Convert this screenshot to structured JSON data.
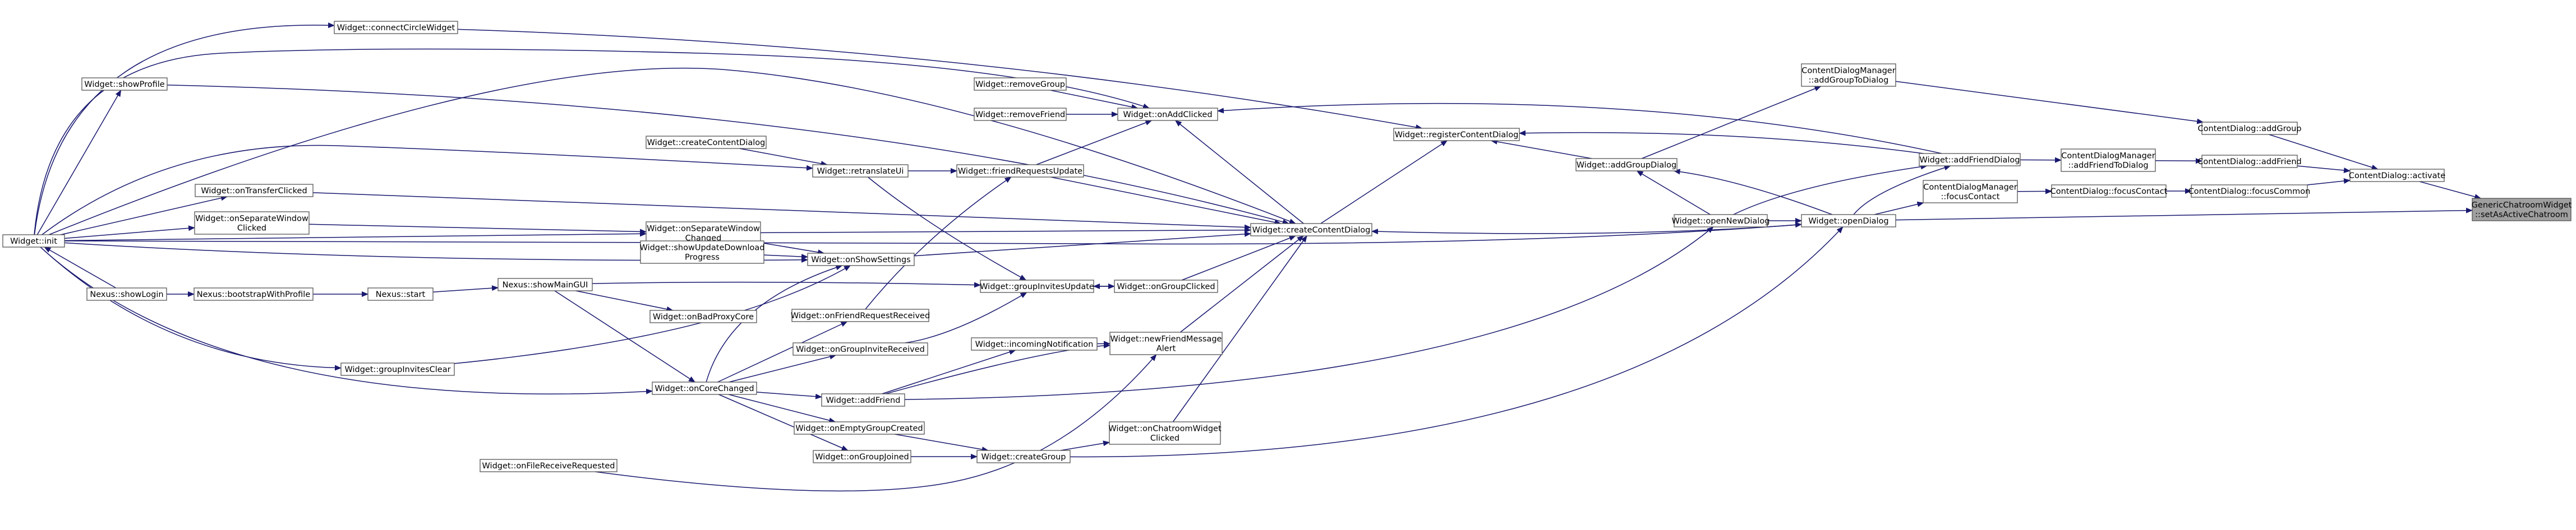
{
  "graph": {
    "nodes": [
      {
        "id": "root",
        "lines": [
          "GenericChatroomWidget",
          "::setAsActiveChatroom"
        ],
        "root": true
      },
      {
        "id": "cd_activate",
        "lines": [
          "ContentDialog::activate"
        ]
      },
      {
        "id": "cd_addGroup",
        "lines": [
          "ContentDialog::addGroup"
        ]
      },
      {
        "id": "cd_addFriend",
        "lines": [
          "ContentDialog::addFriend"
        ]
      },
      {
        "id": "cd_focusCommon",
        "lines": [
          "ContentDialog::focusCommon"
        ]
      },
      {
        "id": "cdm_addGroupToDialog",
        "lines": [
          "ContentDialogManager",
          "::addGroupToDialog"
        ]
      },
      {
        "id": "cdm_addFriendToDialog",
        "lines": [
          "ContentDialogManager",
          "::addFriendToDialog"
        ]
      },
      {
        "id": "cd_focusContact",
        "lines": [
          "ContentDialog::focusContact"
        ]
      },
      {
        "id": "cdm_focusContact",
        "lines": [
          "ContentDialogManager",
          "::focusContact"
        ]
      },
      {
        "id": "w_addFriendDialog",
        "lines": [
          "Widget::addFriendDialog"
        ]
      },
      {
        "id": "w_openDialog",
        "lines": [
          "Widget::openDialog"
        ]
      },
      {
        "id": "w_addGroupDialog",
        "lines": [
          "Widget::addGroupDialog"
        ]
      },
      {
        "id": "w_registerContentDialog",
        "lines": [
          "Widget::registerContentDialog"
        ]
      },
      {
        "id": "w_openNewDialog",
        "lines": [
          "Widget::openNewDialog"
        ]
      },
      {
        "id": "w_createContentDialog",
        "lines": [
          "Widget::createContentDialog"
        ]
      },
      {
        "id": "w_onAddClicked",
        "lines": [
          "Widget::onAddClicked"
        ]
      },
      {
        "id": "w_removeGroup",
        "lines": [
          "Widget::removeGroup"
        ]
      },
      {
        "id": "w_removeFriend",
        "lines": [
          "Widget::removeFriend"
        ]
      },
      {
        "id": "w_friendRequestsUpdate",
        "lines": [
          "Widget::friendRequestsUpdate"
        ]
      },
      {
        "id": "w_groupInvitesUpdate",
        "lines": [
          "Widget::groupInvitesUpdate"
        ]
      },
      {
        "id": "w_onGroupClicked",
        "lines": [
          "Widget::onGroupClicked"
        ]
      },
      {
        "id": "w_newFriendMessageAlert",
        "lines": [
          "Widget::newFriendMessage",
          "Alert"
        ]
      },
      {
        "id": "w_onChatroomWidgetClicked",
        "lines": [
          "Widget::onChatroomWidget",
          "Clicked"
        ]
      },
      {
        "id": "w_createGroup",
        "lines": [
          "Widget::createGroup"
        ]
      },
      {
        "id": "w_addFriend",
        "lines": [
          "Widget::addFriend"
        ]
      },
      {
        "id": "w_incomingNotification",
        "lines": [
          "Widget::incomingNotification"
        ]
      },
      {
        "id": "w_onGroupInviteReceived",
        "lines": [
          "Widget::onGroupInviteReceived"
        ]
      },
      {
        "id": "w_onFriendRequestReceived",
        "lines": [
          "Widget::onFriendRequestReceived"
        ]
      },
      {
        "id": "w_onShowSettings",
        "lines": [
          "Widget::onShowSettings"
        ]
      },
      {
        "id": "w_retranslateUi",
        "lines": [
          "Widget::retranslateUi"
        ]
      },
      {
        "id": "w_createContentDialog2",
        "lines": [
          "Widget::createContentDialog"
        ]
      },
      {
        "id": "w_onSeparateWindowChanged",
        "lines": [
          "Widget::onSeparateWindow",
          "Changed"
        ]
      },
      {
        "id": "w_showUpdateDownloadProgress",
        "lines": [
          "Widget::showUpdateDownload",
          "Progress"
        ]
      },
      {
        "id": "w_onCoreChanged",
        "lines": [
          "Widget::onCoreChanged"
        ]
      },
      {
        "id": "w_onEmptyGroupCreated",
        "lines": [
          "Widget::onEmptyGroupCreated"
        ]
      },
      {
        "id": "w_onGroupJoined",
        "lines": [
          "Widget::onGroupJoined"
        ]
      },
      {
        "id": "w_onFileReceiveRequested",
        "lines": [
          "Widget::onFileReceiveRequested"
        ]
      },
      {
        "id": "w_onBadProxyCore",
        "lines": [
          "Widget::onBadProxyCore"
        ]
      },
      {
        "id": "nx_showMainGUI",
        "lines": [
          "Nexus::showMainGUI"
        ]
      },
      {
        "id": "nx_start",
        "lines": [
          "Nexus::start"
        ]
      },
      {
        "id": "nx_bootstrapWithProfile",
        "lines": [
          "Nexus::bootstrapWithProfile"
        ]
      },
      {
        "id": "nx_showLogin",
        "lines": [
          "Nexus::showLogin"
        ]
      },
      {
        "id": "w_groupInvitesClear",
        "lines": [
          "Widget::groupInvitesClear"
        ]
      },
      {
        "id": "w_connectCircleWidget",
        "lines": [
          "Widget::connectCircleWidget"
        ]
      },
      {
        "id": "w_showProfile",
        "lines": [
          "Widget::showProfile"
        ]
      },
      {
        "id": "w_onTransferClicked",
        "lines": [
          "Widget::onTransferClicked"
        ]
      },
      {
        "id": "w_onSeparateWindowClicked",
        "lines": [
          "Widget::onSeparateWindow",
          "Clicked"
        ]
      },
      {
        "id": "w_init",
        "lines": [
          "Widget::init"
        ]
      }
    ]
  }
}
